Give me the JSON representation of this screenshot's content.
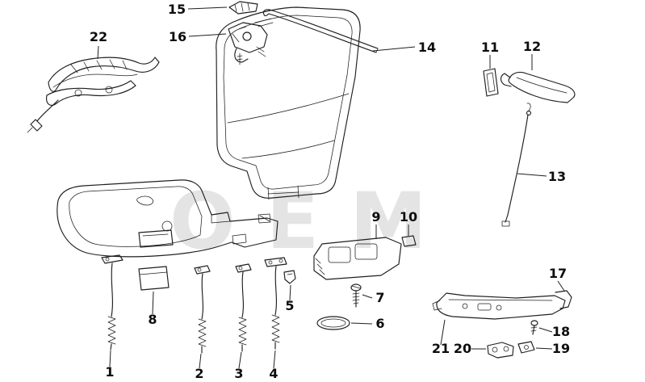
{
  "watermark": "OEM",
  "parts": {
    "p1": "1",
    "p2": "2",
    "p3": "3",
    "p4": "4",
    "p5": "5",
    "p6": "6",
    "p7": "7",
    "p8": "8",
    "p9": "9",
    "p10": "10",
    "p11": "11",
    "p12": "12",
    "p13": "13",
    "p14": "14",
    "p15": "15",
    "p16": "16",
    "p17": "17",
    "p18": "18",
    "p19": "19",
    "p20": "20",
    "p21": "21",
    "p22": "22"
  }
}
